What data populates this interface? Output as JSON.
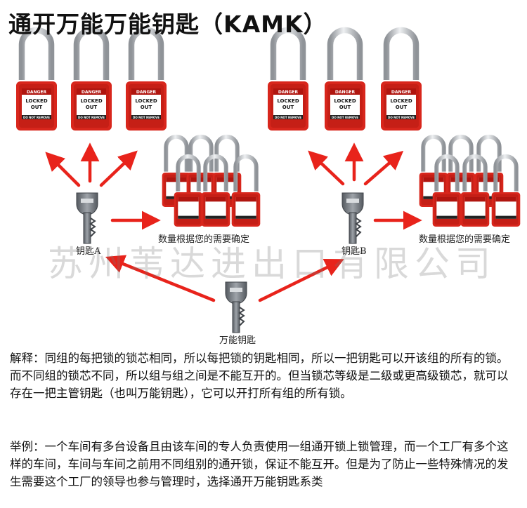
{
  "title": "通开万能万能钥匙（KAMK）",
  "lock_label": {
    "tag": "DANGER",
    "line1": "LOCKED",
    "line2": "OUT",
    "line3": "DO NOT REMOVE"
  },
  "key_a_label": "钥匙A",
  "key_b_label": "钥匙B",
  "master_key_label": "万能钥匙",
  "quantity_note_left": "数量根据您的需要确定",
  "quantity_note_right": "数量根据您的需要确定",
  "watermark": "苏州苇达进出口有限公司",
  "explanation": "解释：同组的每把锁的锁芯相同，所以每把锁的钥匙相同，所以一把钥匙可以开该组的所有的锁。而不同组的锁芯不同，所以组与组之间是不能互开的。但当锁芯等级是二级或更高级锁芯，就可以存在一把主管钥匙（也叫万能钥匙），它可以开打所有组的所有锁。",
  "example": "举例：一个车间有多台设备且由该车间的专人负责使用一组通开锁上锁管理，而一个工厂有多个这样的车间，车间与车间之前用不同组别的通开锁，保证不能互开。但是为了防止一些特殊情况的发生需要这个工厂的领导也参与管理时，选择通开万能钥匙系类",
  "colors": {
    "lock_red": "#d8261c",
    "arrow_red": "#e8231b",
    "shackle": "#b9bcc0",
    "key_gray": "#6e737a"
  }
}
